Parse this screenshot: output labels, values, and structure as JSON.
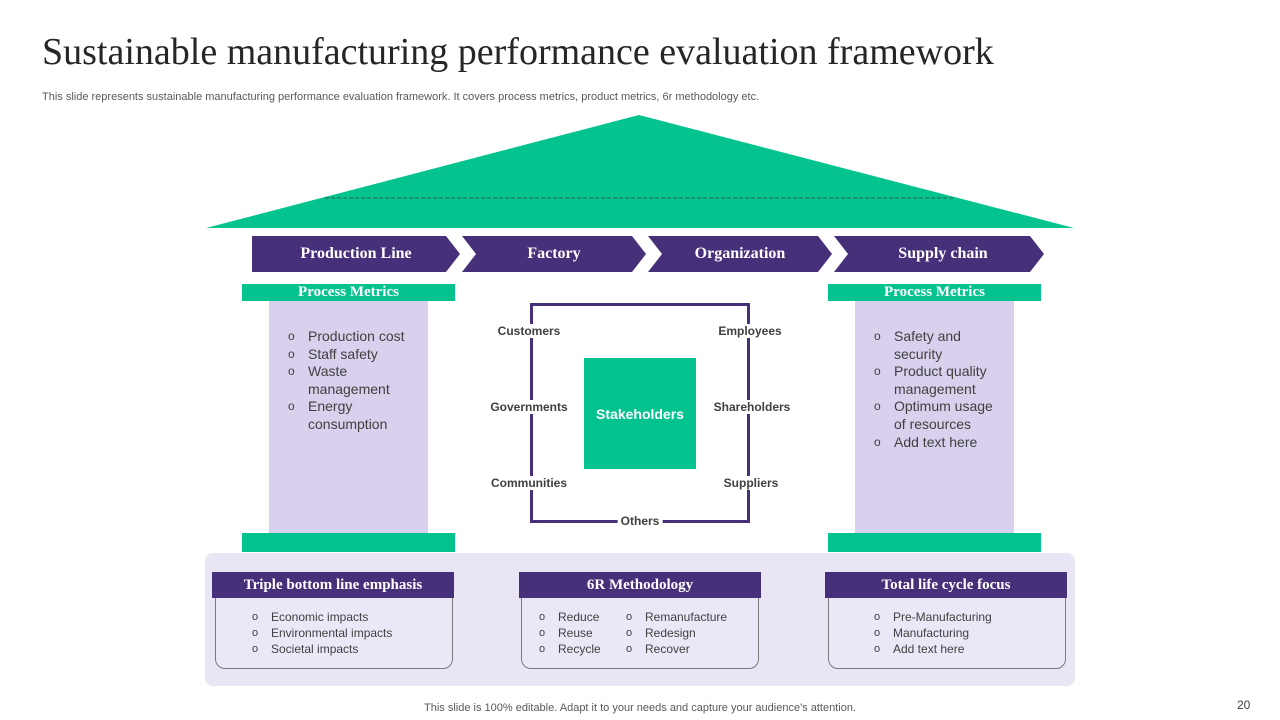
{
  "title": "Sustainable manufacturing performance evaluation framework",
  "subtitle": "This slide represents sustainable manufacturing performance evaluation framework. It covers process metrics, product metrics, 6r methodology etc.",
  "colors": {
    "purple": "#47307a",
    "green": "#05c38f",
    "lavender": "#d8d0ec",
    "platform": "#e9e5f5"
  },
  "arrows": [
    "Production Line",
    "Factory",
    "Organization",
    "Supply chain"
  ],
  "left_pillar": {
    "label": "Process Metrics",
    "items": [
      "Production cost",
      "Staff safety",
      "Waste management",
      "Energy consumption"
    ]
  },
  "right_pillar": {
    "label": "Process Metrics",
    "items": [
      "Safety and security",
      "Product quality management",
      "Optimum usage of resources",
      "Add text here"
    ]
  },
  "stakeholders": {
    "center": "Stakeholders",
    "customers": "Customers",
    "employees": "Employees",
    "governments": "Governments",
    "shareholders": "Shareholders",
    "communities": "Communities",
    "suppliers": "Suppliers",
    "others": "Others"
  },
  "cards": [
    {
      "title": "Triple bottom line emphasis",
      "items": [
        "Economic impacts",
        "Environmental  impacts",
        "Societal impacts"
      ]
    },
    {
      "title": "6R Methodology",
      "items_left": [
        "Reduce",
        "Reuse",
        "Recycle"
      ],
      "items_right": [
        "Remanufacture",
        "Redesign",
        "Recover"
      ]
    },
    {
      "title": "Total life cycle focus",
      "items": [
        "Pre-Manufacturing",
        "Manufacturing",
        "Add text here"
      ]
    }
  ],
  "footer": "This slide is 100% editable. Adapt it to your needs and capture your audience's attention.",
  "page_number": "20"
}
